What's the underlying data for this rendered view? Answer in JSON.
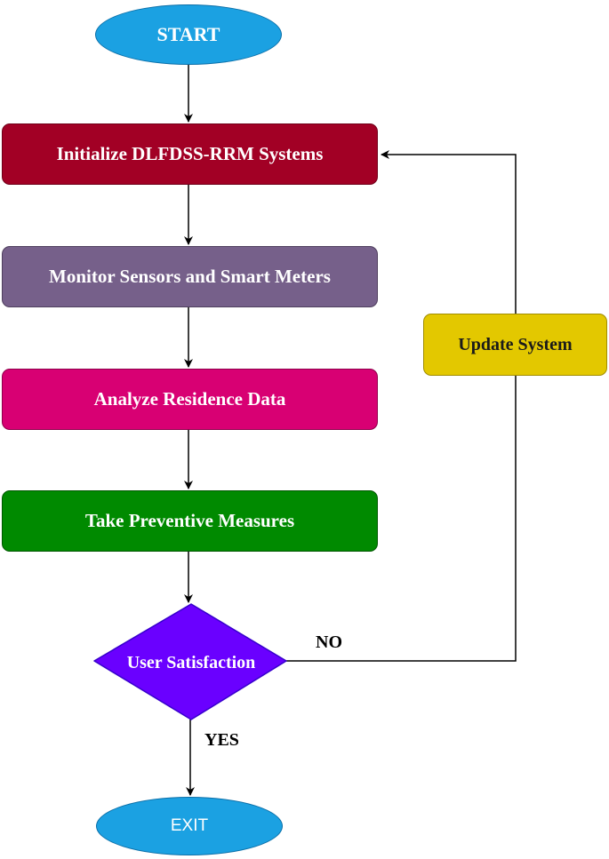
{
  "nodes": {
    "start": "START",
    "initialize": "Initialize DLFDSS-RRM Systems",
    "monitor": "Monitor Sensors and Smart Meters",
    "analyze": "Analyze Residence Data",
    "prevent": "Take Preventive Measures",
    "decision": "User Satisfaction",
    "update": "Update System",
    "exit": "EXIT"
  },
  "edge_labels": {
    "no": "NO",
    "yes": "YES"
  },
  "colors": {
    "start_exit": "#1ba1e2",
    "initialize": "#a20025",
    "monitor": "#76608a",
    "analyze": "#d80073",
    "prevent": "#008a00",
    "decision": "#6a00ff",
    "update": "#e3c800"
  }
}
